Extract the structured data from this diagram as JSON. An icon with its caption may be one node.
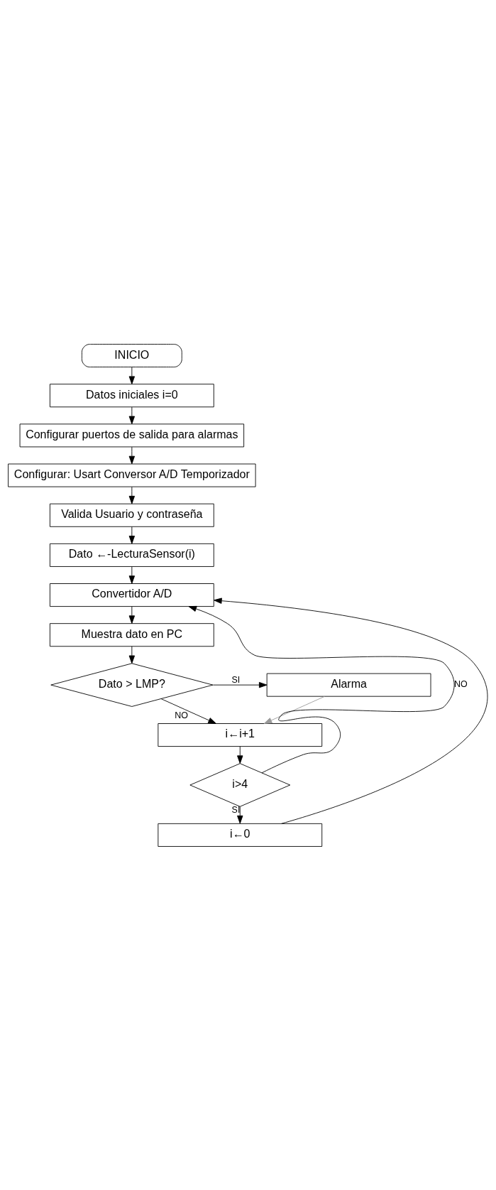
{
  "diagram": {
    "nodes": [
      {
        "text": [
          "INICIO"
        ]
      },
      {
        "text": [
          "Datos iniciales i=0"
        ]
      },
      {
        "text": [
          "Configurar puertos de salida para alarmas"
        ]
      },
      {
        "text": [
          "Configurar: Usart Conversor A/D Temporizador"
        ]
      },
      {
        "text": [
          "Valida Usuario y contraseña"
        ]
      },
      {
        "text": [
          "Dato ←-LecturaSensor(i)"
        ]
      },
      {
        "text": [
          "Convertidor A/D"
        ]
      },
      {
        "text": [
          "Muestra dato en PC"
        ]
      },
      {
        "text": [
          "Dato > LMP?"
        ]
      },
      {
        "text": [
          "Alarma"
        ]
      },
      {
        "text": [
          "i←i+1"
        ]
      },
      {
        "text": [
          "i>4"
        ]
      },
      {
        "text": [
          "i←0"
        ]
      }
    ],
    "edges": [
      {
        "from": 0,
        "to": 1,
        "arrow": "to"
      },
      {
        "from": 1,
        "to": 2,
        "arrow": "to"
      },
      {
        "from": 2,
        "to": 3,
        "arrow": "to"
      },
      {
        "from": 3,
        "to": 4,
        "arrow": "to"
      },
      {
        "from": 4,
        "to": 5,
        "arrow": "to"
      },
      {
        "from": 5,
        "to": 6,
        "arrow": "to"
      },
      {
        "from": 6,
        "to": 7,
        "arrow": "to"
      },
      {
        "from": 7,
        "to": 8,
        "arrow": "to"
      },
      {
        "from": 8,
        "to": 9,
        "arrow": "to",
        "label": "SI"
      },
      {
        "from": 9,
        "to": 10,
        "arrow": "to",
        "color": "#999999"
      },
      {
        "from": 8,
        "to": 10,
        "arrow": "to",
        "label": "NO"
      },
      {
        "from": 10,
        "to": 11,
        "arrow": "to"
      },
      {
        "from": 11,
        "to": 6,
        "arrow": "to",
        "label": "NO"
      },
      {
        "from": 11,
        "to": 12,
        "arrow": "to",
        "label": "SI"
      },
      {
        "from": 12,
        "to": 6,
        "arrow": "to"
      }
    ]
  }
}
